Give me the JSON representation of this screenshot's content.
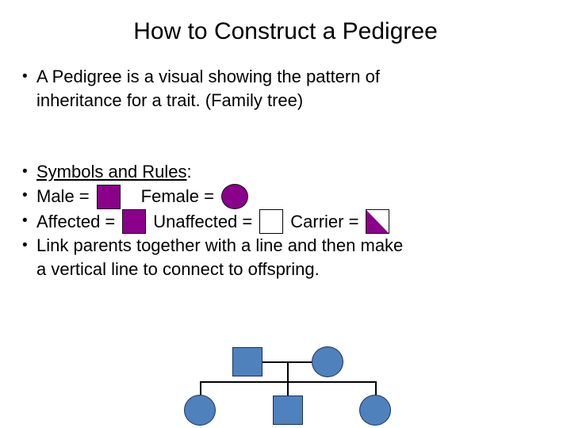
{
  "slide": {
    "title": "How to Construct a Pedigree",
    "bullet_mark": "•"
  },
  "bullets": {
    "intro_line1": "A Pedigree is a visual showing the pattern of",
    "intro_line2": "inheritance for a trait. (Family tree)",
    "heading_underlined": "Symbols and Rules",
    "heading_colon": ":",
    "male_label": "Male =",
    "female_label": "Female =",
    "affected_label": "Affected =",
    "unaffected_label": "Unaffected =",
    "carrier_label": "Carrier =",
    "rule_line1": "Link parents together with a line and then make",
    "rule_line2": "a vertical line to connect to offspring."
  },
  "legend_symbols": [
    {
      "name": "male-symbol",
      "shape": "square",
      "fill": "#8B008B",
      "stroke": "#111111"
    },
    {
      "name": "female-symbol",
      "shape": "circle",
      "fill": "#8B008B",
      "stroke": "#111111"
    },
    {
      "name": "affected-symbol",
      "shape": "square",
      "fill": "#8B008B",
      "stroke": "#111111"
    },
    {
      "name": "unaffected-symbol",
      "shape": "square",
      "fill": "#FFFFFF",
      "stroke": "#000000"
    },
    {
      "name": "carrier-symbol",
      "shape": "half-filled-square",
      "fill": "#8B008B",
      "stroke": "#111111",
      "half": "lower-left"
    }
  ],
  "pedigree": {
    "node_fill": "#4F81BD",
    "node_stroke": "#18335C",
    "line_color": "#000000",
    "generations": [
      {
        "label": "parents",
        "members": [
          {
            "name": "father",
            "shape": "square"
          },
          {
            "name": "mother",
            "shape": "circle"
          }
        ]
      },
      {
        "label": "offspring",
        "members": [
          {
            "name": "child-1",
            "shape": "circle"
          },
          {
            "name": "child-2",
            "shape": "square"
          },
          {
            "name": "child-3",
            "shape": "circle"
          }
        ]
      }
    ]
  },
  "colors": {
    "purple": "#8B008B",
    "blue": "#4F81BD",
    "outline_dark": "#18335C",
    "text": "#000000",
    "background": "#FFFFFF"
  }
}
